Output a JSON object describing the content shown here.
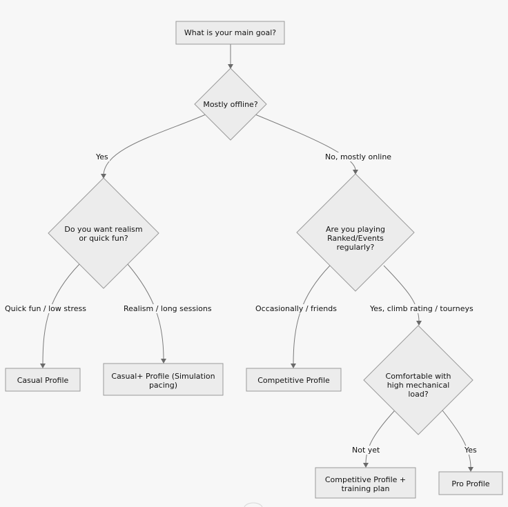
{
  "flowchart": {
    "nodes": {
      "start": "What is your main goal?",
      "offline": "Mostly offline?",
      "realism": "Do you want realism or quick fun?",
      "ranked": "Are you playing Ranked/Events regularly?",
      "casual": "Casual Profile",
      "casual_plus": "Casual+ Profile (Simulation pacing)",
      "competitive": "Competitive Profile",
      "mechanical": "Comfortable with high mechanical load?",
      "competitive_training": "Competitive Profile + training plan",
      "pro": "Pro Profile"
    },
    "edges": {
      "offline_yes": "Yes",
      "offline_no": "No, mostly online",
      "quick_fun": "Quick fun / low stress",
      "realism_long": "Realism / long sessions",
      "occasionally": "Occasionally / friends",
      "yes_climb": "Yes, climb rating / tourneys",
      "not_yet": "Not yet",
      "mech_yes": "Yes"
    }
  }
}
